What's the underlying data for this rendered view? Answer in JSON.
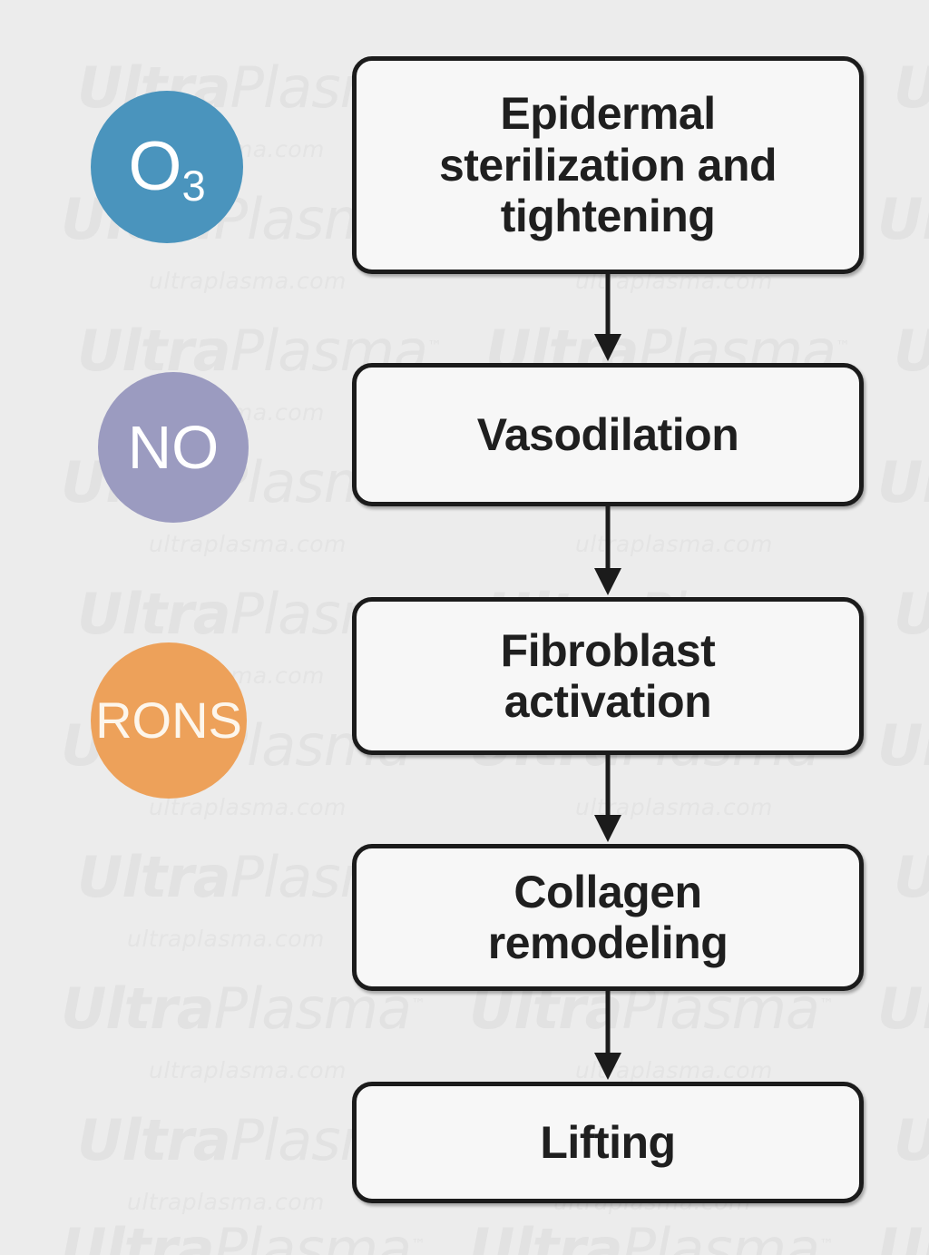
{
  "background": {
    "color": "#ececec",
    "watermark_big": "UltraPlasma",
    "watermark_big_u": "Ultra",
    "watermark_big_p": "Plasma",
    "watermark_tm": "™",
    "watermark_small": "ultraplasma.com"
  },
  "diagram": {
    "type": "flowchart",
    "orientation": "vertical",
    "molecules": [
      {
        "id": "o3",
        "label": "O",
        "subscript": "3",
        "color": "#4a94bd",
        "text_color": "#ffffff",
        "icon": "ozone-circle-icon"
      },
      {
        "id": "no",
        "label": "NO",
        "subscript": "",
        "color": "#9b9bc0",
        "text_color": "#ffffff",
        "icon": "nitric-oxide-circle-icon"
      },
      {
        "id": "rons",
        "label": "RONS",
        "subscript": "",
        "color": "#eda15a",
        "text_color": "#fdf6ec",
        "icon": "rons-circle-icon"
      }
    ],
    "steps": [
      {
        "id": "step-1",
        "text": "Epidermal\nsterilization and\ntightening",
        "font_size": 50
      },
      {
        "id": "step-2",
        "text": "Vasodilation",
        "font_size": 50
      },
      {
        "id": "step-3",
        "text": "Fibroblast\nactivation",
        "font_size": 50
      },
      {
        "id": "step-4",
        "text": "Collagen\nremodeling",
        "font_size": 50
      },
      {
        "id": "step-5",
        "text": "Lifting",
        "font_size": 50
      }
    ],
    "arrows": [
      {
        "id": "arrow-1",
        "from": "step-1",
        "to": "step-2"
      },
      {
        "id": "arrow-2",
        "from": "step-2",
        "to": "step-3"
      },
      {
        "id": "arrow-3",
        "from": "step-3",
        "to": "step-4"
      },
      {
        "id": "arrow-4",
        "from": "step-4",
        "to": "step-5"
      }
    ],
    "box_style": {
      "fill": "#f7f7f7",
      "border": "#1b1b1b",
      "text_color": "#1f1f1f"
    }
  }
}
